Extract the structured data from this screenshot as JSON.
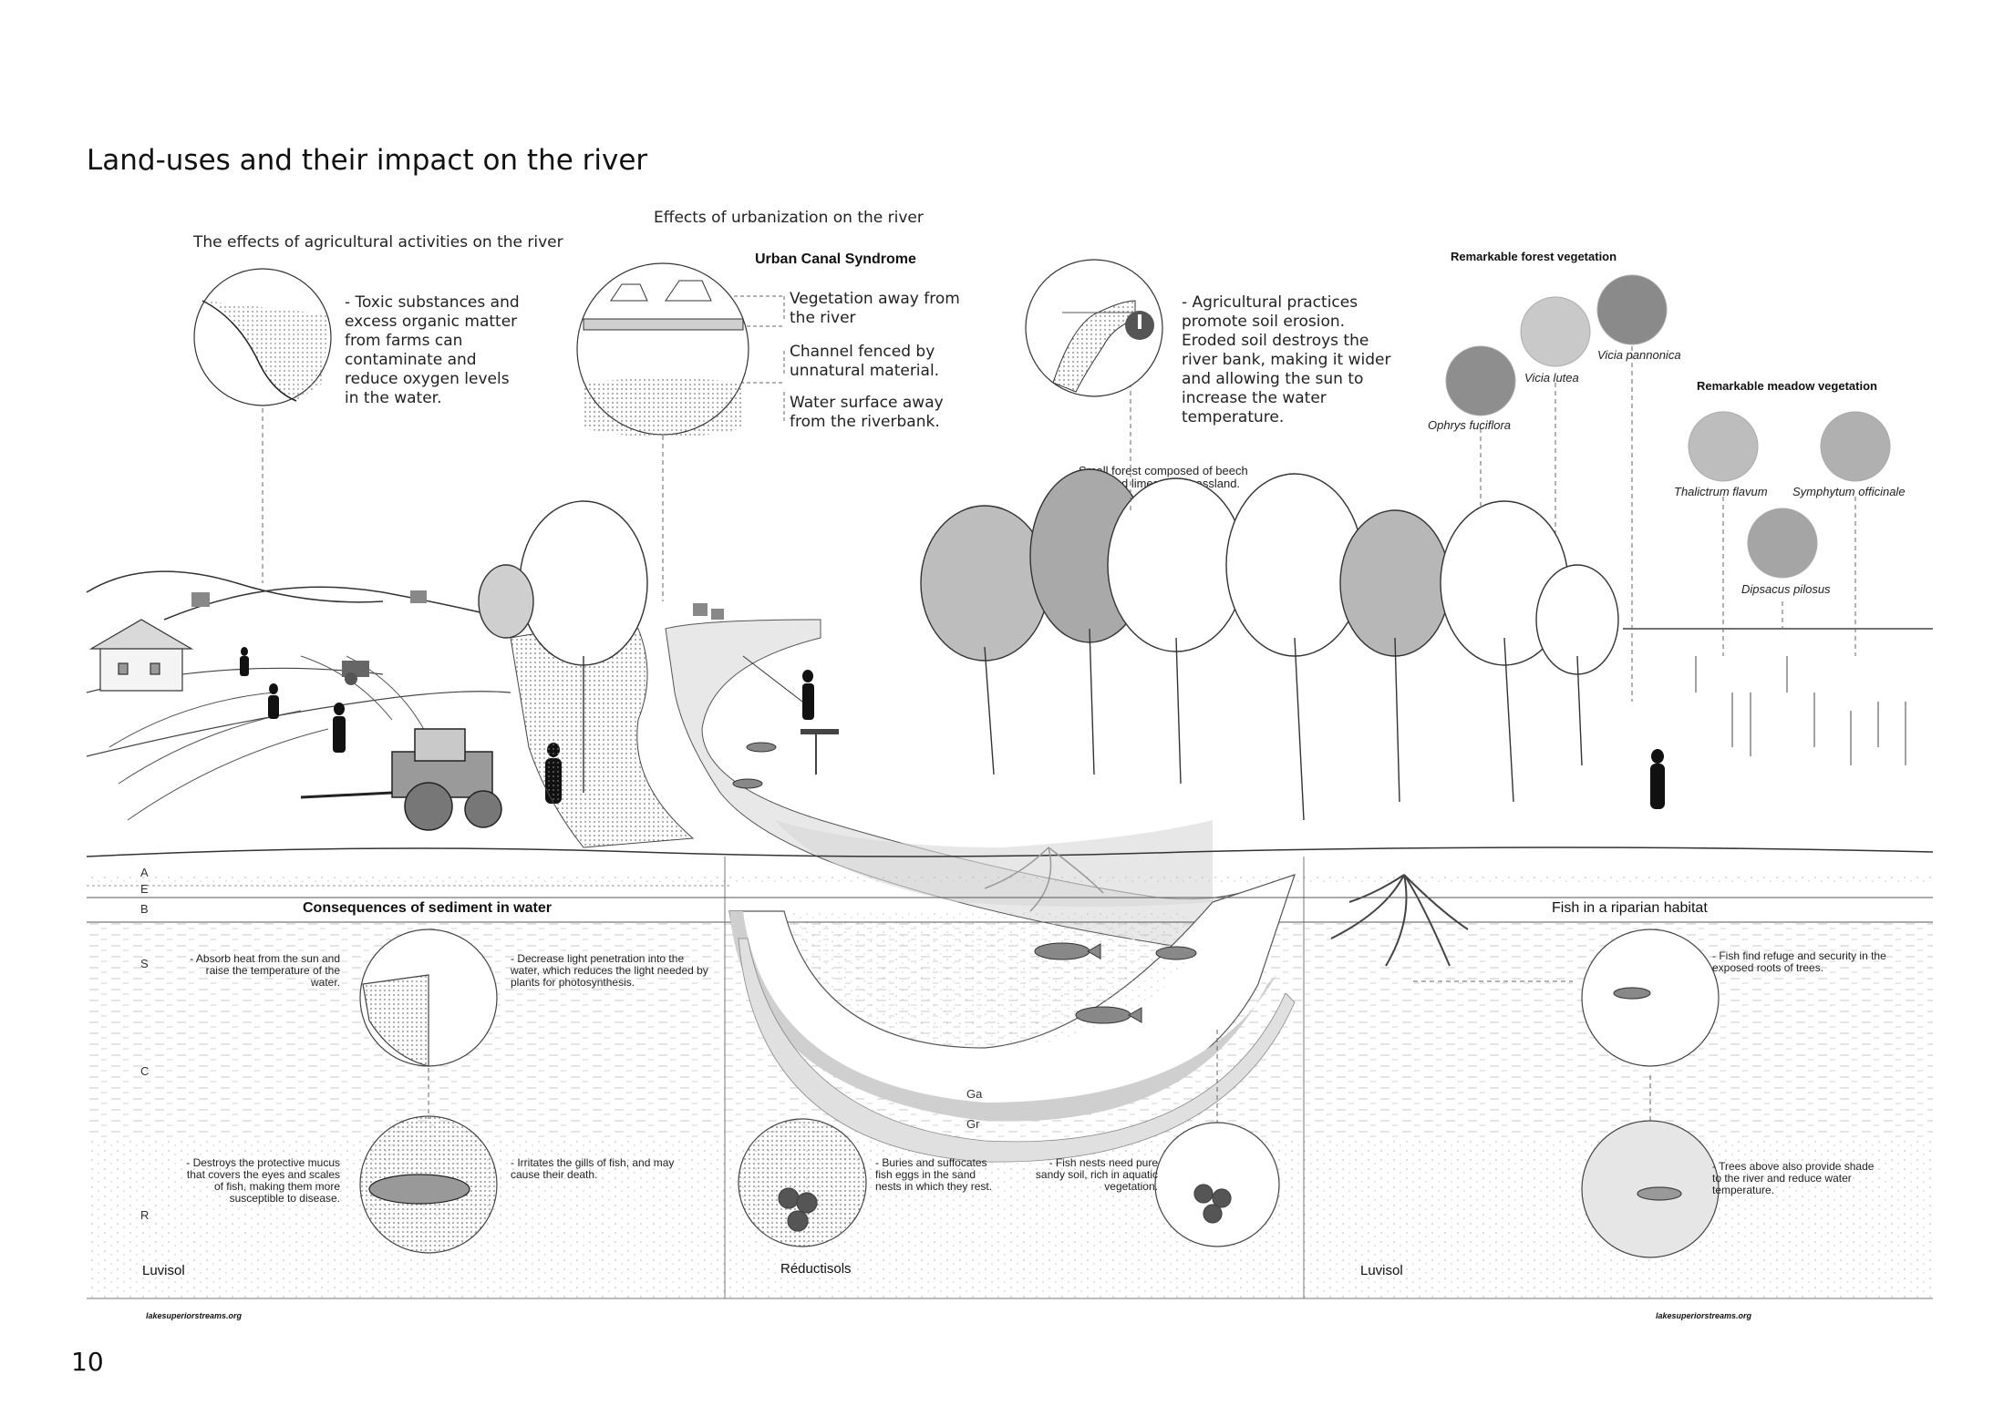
{
  "page": {
    "title": "Land-uses and their impact on the river",
    "page_number": "10"
  },
  "sections": {
    "agricultural_heading": "The effects of agricultural activities on the river",
    "urbanization_heading": "Effects of urbanization on the river",
    "urban_canal_title": "Urban Canal Syndrome",
    "forest_vegetation_title": "Remarkable forest vegetation",
    "meadow_vegetation_title": "Remarkable meadow vegetation",
    "forest_caption": "Small forest composed of beech trees and limestone grassland."
  },
  "callouts": {
    "toxic": "- Toxic substances and excess organic matter from farms can contaminate and reduce oxygen levels in the water.",
    "urban_1": "Vegetation away from the river",
    "urban_2": "Channel fenced by unnatural material.",
    "urban_3": "Water surface away from the riverbank.",
    "erosion": "- Agricultural practices promote soil erosion. Eroded soil destroys the river bank, making it wider and allowing the sun to increase the water temperature."
  },
  "plants": {
    "ophrys": "Ophrys fuciflora",
    "vicia_lutea": "Vicia lutea",
    "vicia_pannonica": "Vicia pannonica",
    "thalictrum": "Thalictrum flavum",
    "symphytum": "Symphytum officinale",
    "dipsacus": "Dipsacus pilosus"
  },
  "soil": {
    "layers": [
      "A",
      "E",
      "B",
      "S",
      "C",
      "R"
    ],
    "ga": "Ga",
    "gr": "Gr",
    "left_soil": "Luvisol",
    "mid_soil": "Réductisols",
    "right_soil": "Luvisol"
  },
  "lower": {
    "sediment_title": "Consequences of sediment in water",
    "fish_title": "Fish in a riparian habitat",
    "absorb": "- Absorb heat from the sun and raise the temperature of the water.",
    "decrease": "- Decrease light penetration into the water, which reduces the light needed by plants for photosynthesis.",
    "destroys": "- Destroys the protective mucus that covers the eyes and scales of fish, making them more susceptible to disease.",
    "irritates": "- Irritates the gills of fish, and may cause their death.",
    "buries": "- Buries and suffocates fish eggs in the sand nests in which they rest.",
    "nests": "- Fish nests need pure sandy soil, rich in aquatic vegetation.",
    "refuge": "- Fish find refuge and security in the exposed roots of trees.",
    "shade": "- Trees above also provide shade to the river and reduce water temperature."
  },
  "sources": {
    "left": "lakesuperiorstreams.org",
    "right": "lakesuperiorstreams.org"
  }
}
